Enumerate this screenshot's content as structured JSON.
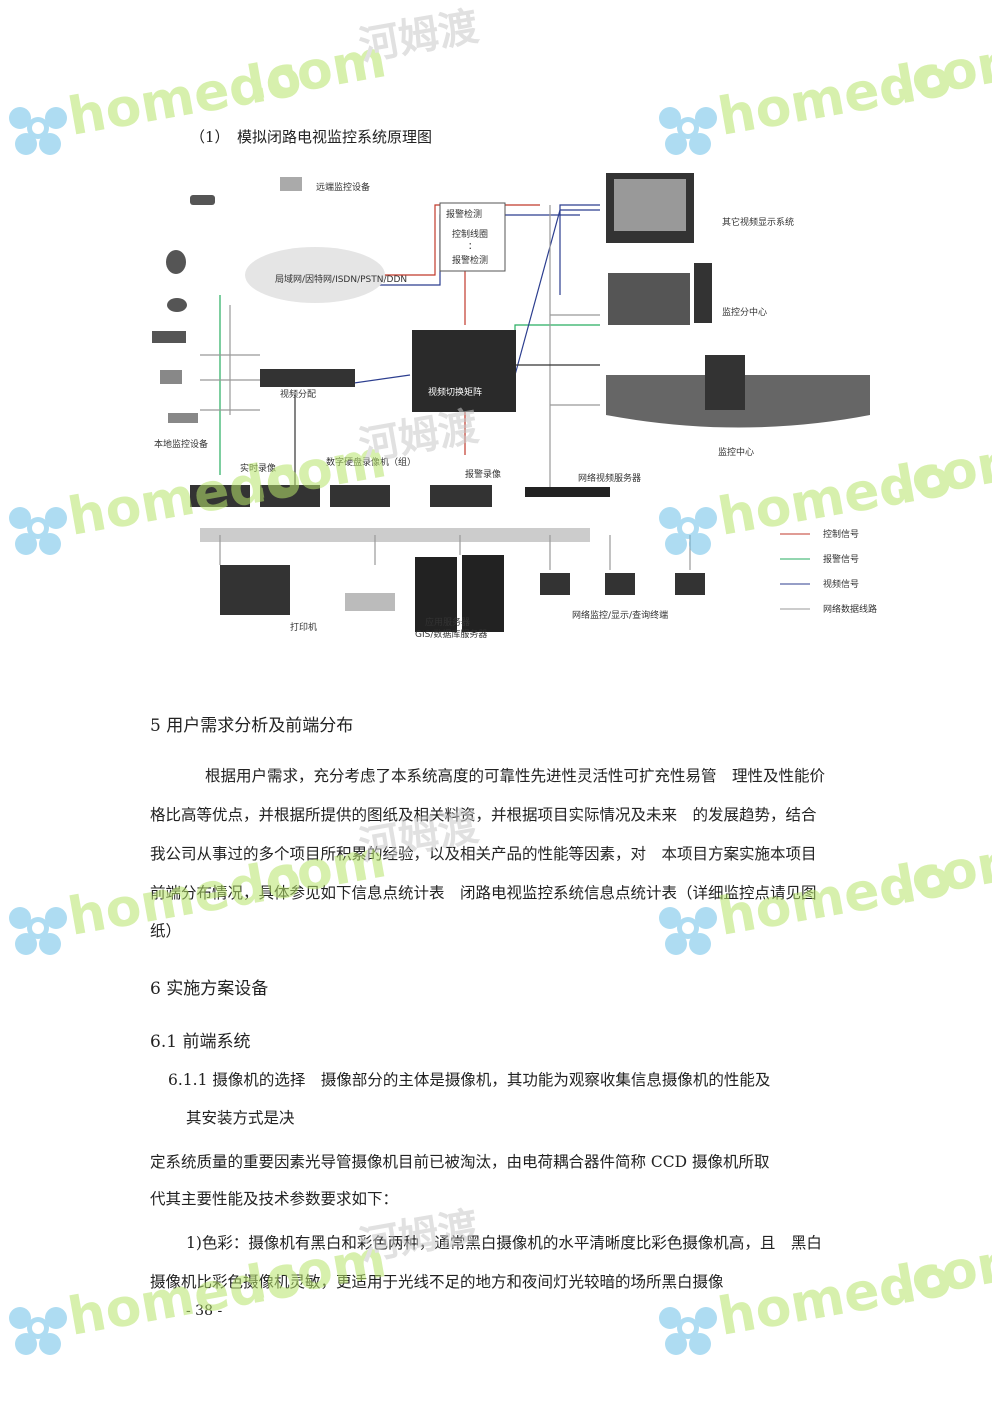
{
  "caption": "（1）　模拟闭路电视监控系统原理图",
  "diagram": {
    "labels": {
      "remote_device": "远端监控设备",
      "network": "局域网/因特网/ISDN/PSTN/DDN",
      "alarm_box_title": "报警检测",
      "alarm_box_line1": "控制线圈",
      "alarm_box_line2": "：",
      "alarm_box_line3": "报警检测",
      "other_display": "其它视频显示系统",
      "sub_center": "监控分中心",
      "center": "监控中心",
      "video_splitter": "视频分配",
      "matrix": "视频切换矩阵",
      "local_devices": "本地监控设备",
      "realtime_rec": "实时录像",
      "dvr": "数字硬盘录像机（组）",
      "alarm_rec": "报警录像",
      "net_video_server": "网络视频服务器",
      "printer": "打印机",
      "app_server": "应用服务器",
      "gis_server": "GIS/数据库服务器",
      "net_terminals": "网络监控/显示/查询终端"
    },
    "legend": [
      {
        "label": "控制信号",
        "color": "#c0392b"
      },
      {
        "label": "报警信号",
        "color": "#27ae60"
      },
      {
        "label": "视频信号",
        "color": "#2c3e8f"
      },
      {
        "label": "网络数据线路",
        "color": "#999999"
      }
    ]
  },
  "sections": {
    "s5_title": "5 用户需求分析及前端分布",
    "s5_p1": "根据用户需求，充分考虑了本系统高度的可靠性先进性灵活性可扩充性易管　理性及性能价",
    "s5_p2": "格比高等优点，并根据所提供的图纸及相关料资，并根据项目实际情况及未来　的发展趋势，结合",
    "s5_p3": "我公司从事过的多个项目所积累的经验，以及相关产品的性能等因素，对　本项目方案实施本项目",
    "s5_p4": "前端分布情况，具体参见如下信息点统计表　闭路电视监控系统信息点统计表（详细监控点请见图",
    "s5_p5": "纸）",
    "s6_title": "6 实施方案设备",
    "s61_title": "6.1 前端系统",
    "s611_p1": "6.1.1 摄像机的选择　摄像部分的主体是摄像机，其功能为观察收集信息摄像机的性能及",
    "s611_p2": "其安装方式是决",
    "s611_p3": "定系统质量的重要因素光导管摄像机目前已被淘汰，由电荷耦合器件简称 CCD 摄像机所取",
    "s611_p4": "代其主要性能及技术参数要求如下：",
    "item1_p1": "1)色彩：摄像机有黑白和彩色两种，通常黑白摄像机的水平清晰度比彩色摄像机高，且　黑白",
    "item1_p2": "摄像机比彩色摄像机灵敏，更适用于光线不足的地方和夜间灯光较暗的场所黑白摄像"
  },
  "page_number": "- 38 -",
  "watermark": {
    "brand": "homedo",
    "domain": ".com",
    "cn": "河姆渡"
  }
}
